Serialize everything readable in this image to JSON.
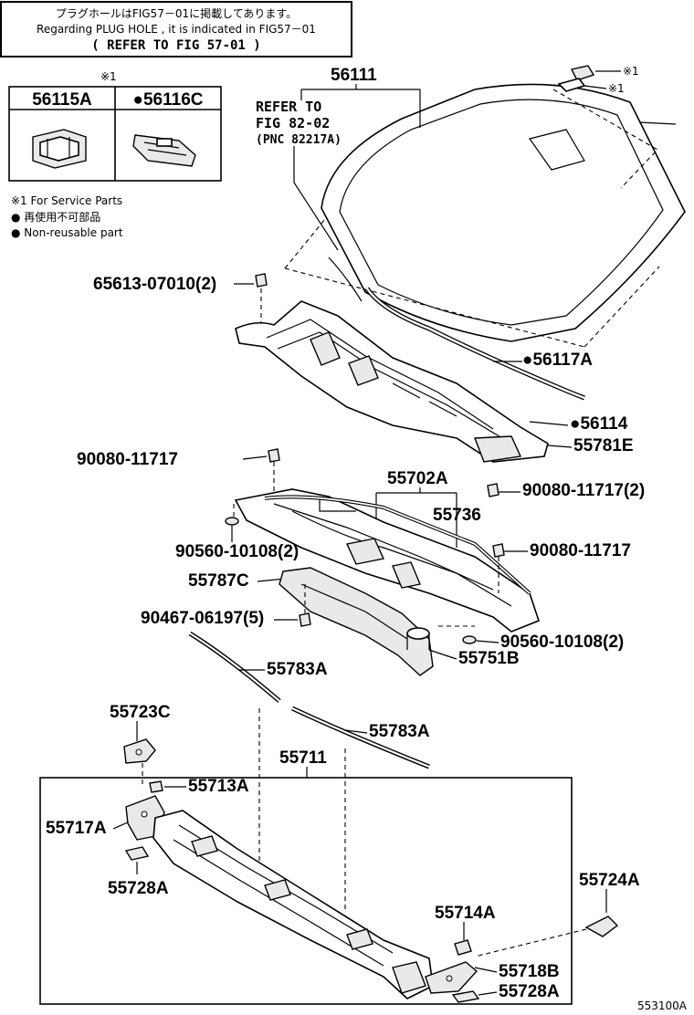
{
  "header_note": {
    "jp": "プラグホールはFIG57－01に掲載してあります。",
    "en": "Regarding  PLUG HOLE , it is indicated in  FIG57－01",
    "ref": "( REFER  TO  FIG  57-01 )"
  },
  "legend": {
    "mark": "※1",
    "col1": "56115A",
    "col2": "●56116C",
    "notes": [
      "※1 For Service Parts",
      "● 再使用不可部品",
      "● Non-reusable part"
    ]
  },
  "refer": {
    "line1": "REFER  TO",
    "line2": "FIG  82-02",
    "line3": "(PNC  82217A)"
  },
  "marks": {
    "m1": "※1",
    "m2": "※1"
  },
  "labels": {
    "p56111": "56111",
    "p65613": "65613-07010(2)",
    "p56117A": "●56117A",
    "p56114": "●56114",
    "p55781E": "55781E",
    "p90080a": "90080-11717",
    "p55702A": "55702A",
    "p90080b": "90080-11717(2)",
    "p55736": "55736",
    "p90560a": "90560-10108(2)",
    "p90080c": "90080-11717",
    "p55787C": "55787C",
    "p90467": "90467-06197(5)",
    "p90560b": "90560-10108(2)",
    "p55751B": "55751B",
    "p55783Aa": "55783A",
    "p55783Ab": "55783A",
    "p55723C": "55723C",
    "p55711": "55711",
    "p55713A": "55713A",
    "p55717A": "55717A",
    "p55728Aa": "55728A",
    "p55724A": "55724A",
    "p55714A": "55714A",
    "p55718B": "55718B",
    "p55728Ab": "55728A"
  },
  "footer_code": "553100A"
}
